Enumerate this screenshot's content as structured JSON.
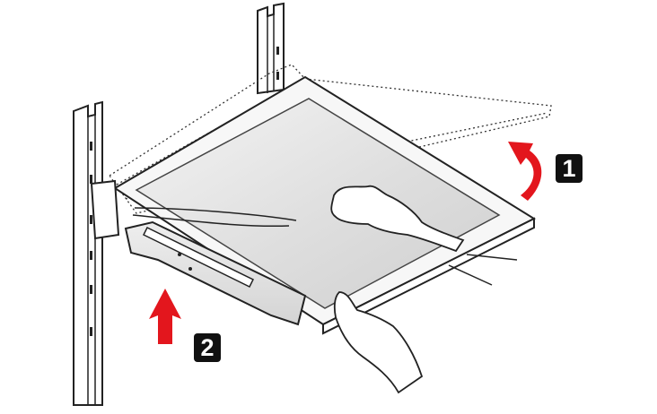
{
  "steps": [
    {
      "number": "1",
      "arrow_direction": "curved-up-rotate",
      "meaning": ""
    },
    {
      "number": "2",
      "arrow_direction": "straight-up",
      "meaning": ""
    }
  ],
  "colors": {
    "arrow": "#e3161d",
    "badge_background": "#111111",
    "badge_text": "#ffffff",
    "line": "#222222",
    "glass": "#e2e2e2"
  },
  "icons": [
    "hand-icon",
    "hand-icon",
    "curved-arrow-icon",
    "up-arrow-icon"
  ]
}
